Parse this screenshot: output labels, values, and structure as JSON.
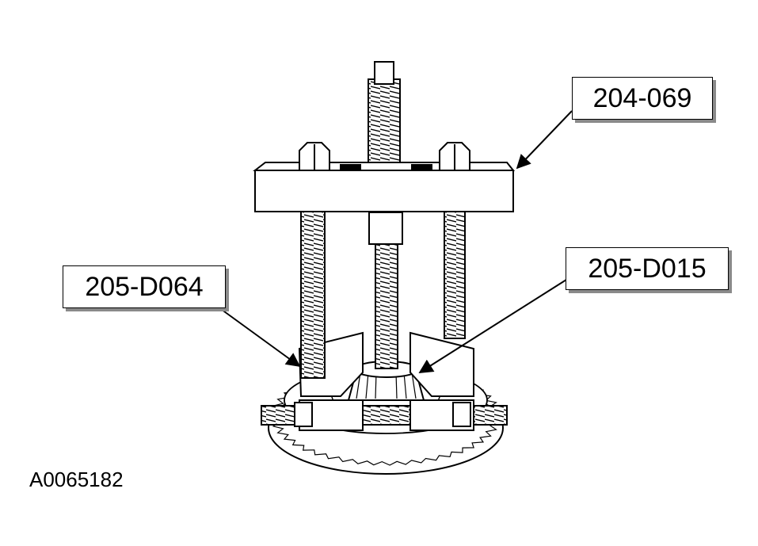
{
  "callouts": {
    "puller": "204-069",
    "remover_left": "205-D064",
    "remover_right": "205-D015"
  },
  "figure_id": "A0065182",
  "colors": {
    "line": "#000000",
    "shadow": "#8a8a8a",
    "background": "#ffffff"
  }
}
